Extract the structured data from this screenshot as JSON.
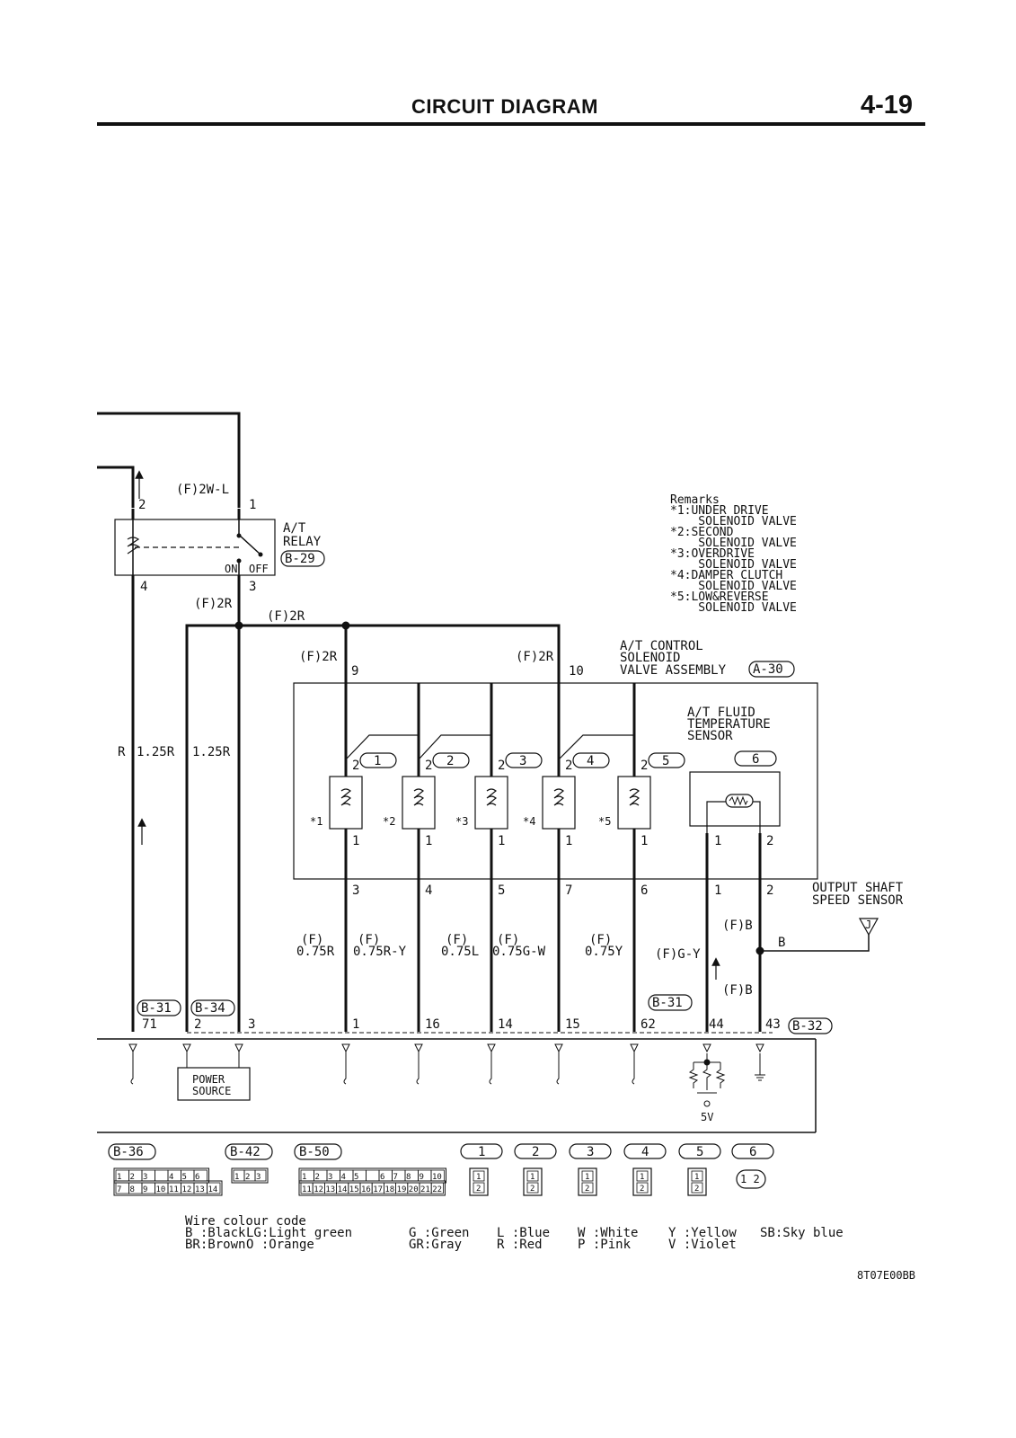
{
  "header": {
    "title": "CIRCUIT DIAGRAM",
    "page": "4-19"
  },
  "relay": {
    "title_lines": [
      "A/T",
      "RELAY"
    ],
    "connector": "B-29",
    "pin2": "2",
    "pin1": "1",
    "pin4": "4",
    "pin3": "3",
    "on": "ON",
    "off": "OFF"
  },
  "wires": {
    "f2wl": "(F)2W-L",
    "f2r_a": "(F)2R",
    "f2r_b": "(F)2R",
    "f2r_c": "(F)2R",
    "f2r_d": "(F)2R",
    "r": "R",
    "r125a": "1.25R",
    "r125b": "1.25R",
    "w1_top": "(F)",
    "w1_bot": "0.75R",
    "w2_top": "(F)",
    "w2_bot": "0.75R-Y",
    "w3_top": "(F)",
    "w3_bot": "0.75L",
    "w4_top": "(F)",
    "w4_bot": "0.75G-W",
    "w5_top": "(F)",
    "w5_bot": "0.75Y",
    "gy": "(F)G-Y",
    "fb1": "(F)B",
    "b": "B",
    "fb2": "(F)B"
  },
  "remarks": {
    "title": "Remarks",
    "lines": [
      "*1:UNDER DRIVE",
      "    SOLENOID VALVE",
      "*2:SECOND",
      "    SOLENOID VALVE",
      "*3:OVERDRIVE",
      "    SOLENOID VALVE",
      "*4:DAMPER CLUTCH",
      "    SOLENOID VALVE",
      "*5:LOW&REVERSE",
      "    SOLENOID VALVE"
    ]
  },
  "assembly": {
    "title_lines": [
      "A/T CONTROL",
      "SOLENOID",
      "VALVE ASSEMBLY"
    ],
    "connector": "A-30",
    "pin9": "9",
    "pin10": "10",
    "sensor_lines": [
      "A/T FLUID",
      "TEMPERATURE",
      "SENSOR"
    ]
  },
  "solenoids": [
    {
      "mark": "*1",
      "conn": "1",
      "top": "2",
      "bot": "1",
      "pin": "3",
      "ecu": "1"
    },
    {
      "mark": "*2",
      "conn": "2",
      "top": "2",
      "bot": "1",
      "pin": "4",
      "ecu": "16"
    },
    {
      "mark": "*3",
      "conn": "3",
      "top": "2",
      "bot": "1",
      "pin": "5",
      "ecu": "14"
    },
    {
      "mark": "*4",
      "conn": "4",
      "top": "2",
      "bot": "1",
      "pin": "7",
      "ecu": "15"
    },
    {
      "mark": "*5",
      "conn": "5",
      "top": "2",
      "bot": "1",
      "pin": "6",
      "ecu": "62"
    }
  ],
  "sensor": {
    "conn": "6",
    "in1": "1",
    "in2": "2",
    "out1": "1",
    "out2": "2",
    "ecu1": "44",
    "ecu2": "43"
  },
  "output_sensor": {
    "lines": [
      "OUTPUT SHAFT",
      "SPEED SENSOR"
    ],
    "letter": "J"
  },
  "ecu": {
    "b31": "B-31",
    "b34": "B-34",
    "b31b": "B-31",
    "b32": "B-32",
    "p71": "71",
    "p2": "2",
    "p3": "3",
    "power_lines": [
      "POWER",
      "SOURCE"
    ],
    "v5": "5V"
  },
  "connectors": {
    "b36": {
      "label": "B-36",
      "row1": [
        "1",
        "2",
        "3",
        "",
        "4",
        "5",
        "6"
      ],
      "row2": [
        "7",
        "8",
        "9",
        "10",
        "11",
        "12",
        "13",
        "14"
      ]
    },
    "b42": {
      "label": "B-42",
      "row1": [
        "1",
        "2",
        "3"
      ]
    },
    "b50": {
      "label": "B-50",
      "row1": [
        "1",
        "2",
        "3",
        "4",
        "5",
        "",
        "6",
        "7",
        "8",
        "9",
        "10"
      ],
      "row2": [
        "11",
        "12",
        "13",
        "14",
        "15",
        "16",
        "17",
        "18",
        "19",
        "20",
        "21",
        "22"
      ]
    },
    "sol": [
      {
        "label": "1",
        "p1": "1",
        "p2": "2"
      },
      {
        "label": "2",
        "p1": "1",
        "p2": "2"
      },
      {
        "label": "3",
        "p1": "1",
        "p2": "2"
      },
      {
        "label": "4",
        "p1": "1",
        "p2": "2"
      },
      {
        "label": "5",
        "p1": "1",
        "p2": "2"
      }
    ],
    "sensor": {
      "label": "6",
      "pins": "1 2"
    }
  },
  "colour_code": {
    "title": "Wire colour code",
    "entries": [
      [
        "B :Black",
        "BR:Brown"
      ],
      [
        "LG:Light green",
        "O :Orange"
      ],
      [
        "G :Green",
        "GR:Gray"
      ],
      [
        "L :Blue",
        "R :Red"
      ],
      [
        "W :White",
        "P :Pink"
      ],
      [
        "Y :Yellow",
        "V :Violet"
      ],
      [
        "SB:Sky blue",
        ""
      ]
    ]
  },
  "figure_code": "8T07E00BB"
}
